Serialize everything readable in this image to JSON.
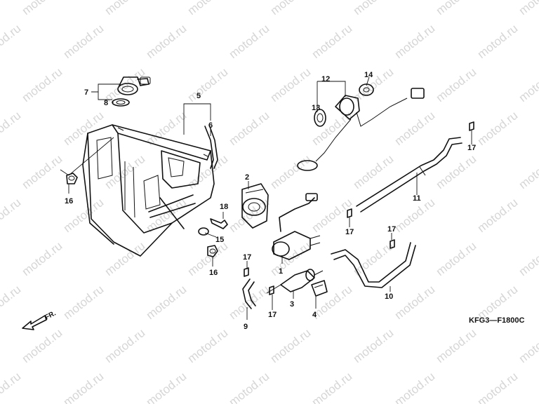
{
  "watermark": "motod.ru",
  "diagram_code": "KFG3—F1800C",
  "direction": {
    "label": "FR."
  },
  "parts": {
    "p1": "1",
    "p2": "2",
    "p3": "3",
    "p4": "4",
    "p5": "5",
    "p6": "6",
    "p7": "7",
    "p8": "8",
    "p9": "9",
    "p10": "10",
    "p11": "11",
    "p12": "12",
    "p13": "13",
    "p14": "14",
    "p15": "15",
    "p16": "16",
    "p17": "17",
    "p18": "18"
  }
}
